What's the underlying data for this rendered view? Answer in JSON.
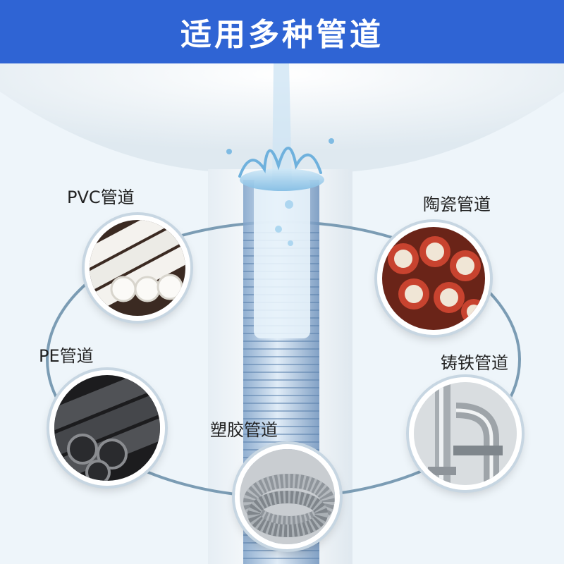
{
  "header": {
    "title": "适用多种管道"
  },
  "pipes": [
    {
      "id": "pvc",
      "label": "PVC管道",
      "icon": "pvc-pipe-photo"
    },
    {
      "id": "ceramic",
      "label": "陶瓷管道",
      "icon": "ceramic-pipe-photo"
    },
    {
      "id": "pe",
      "label": "PE管道",
      "icon": "pe-pipe-photo"
    },
    {
      "id": "cast-iron",
      "label": "铸铁管道",
      "icon": "cast-iron-pipe-photo"
    },
    {
      "id": "plastic",
      "label": "塑胶管道",
      "icon": "plastic-hose-photo"
    }
  ],
  "colors": {
    "header_bg": "#2f64d4",
    "header_text": "#ffffff",
    "ring": "#7b9cb4",
    "water": "#9fd0ee"
  }
}
